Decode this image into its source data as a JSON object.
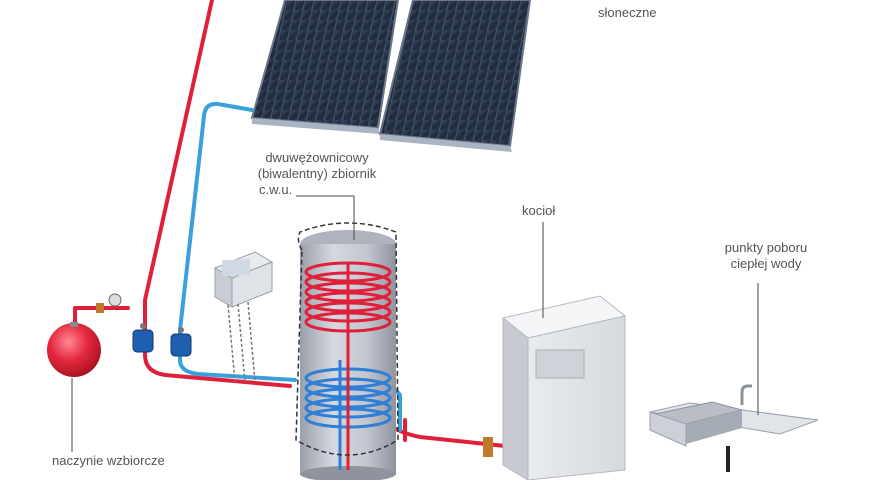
{
  "labels": {
    "collectors": "słoneczne",
    "tank": [
      "dwuwężownicowy",
      "(biwalentny) zbiornik",
      "c.w.u."
    ],
    "boiler": "kocioł",
    "taps": [
      "punkty poboru",
      "ciepłej wody"
    ],
    "expansion_vessel": "naczynie wzbiorcze"
  },
  "colors": {
    "hot_pipe": "#e0203a",
    "cold_pipe": "#3aa0dc",
    "panel": "#243447",
    "tank": "#c9ccd3",
    "boiler": "#eceef0",
    "vessel": "#e5283e",
    "label_text": "#555555",
    "leader": "#444444"
  },
  "icons": [
    "solar-collector-icon",
    "controller-icon",
    "pump-icon",
    "expansion-vessel-icon",
    "sink-icon",
    "valve-icon"
  ]
}
